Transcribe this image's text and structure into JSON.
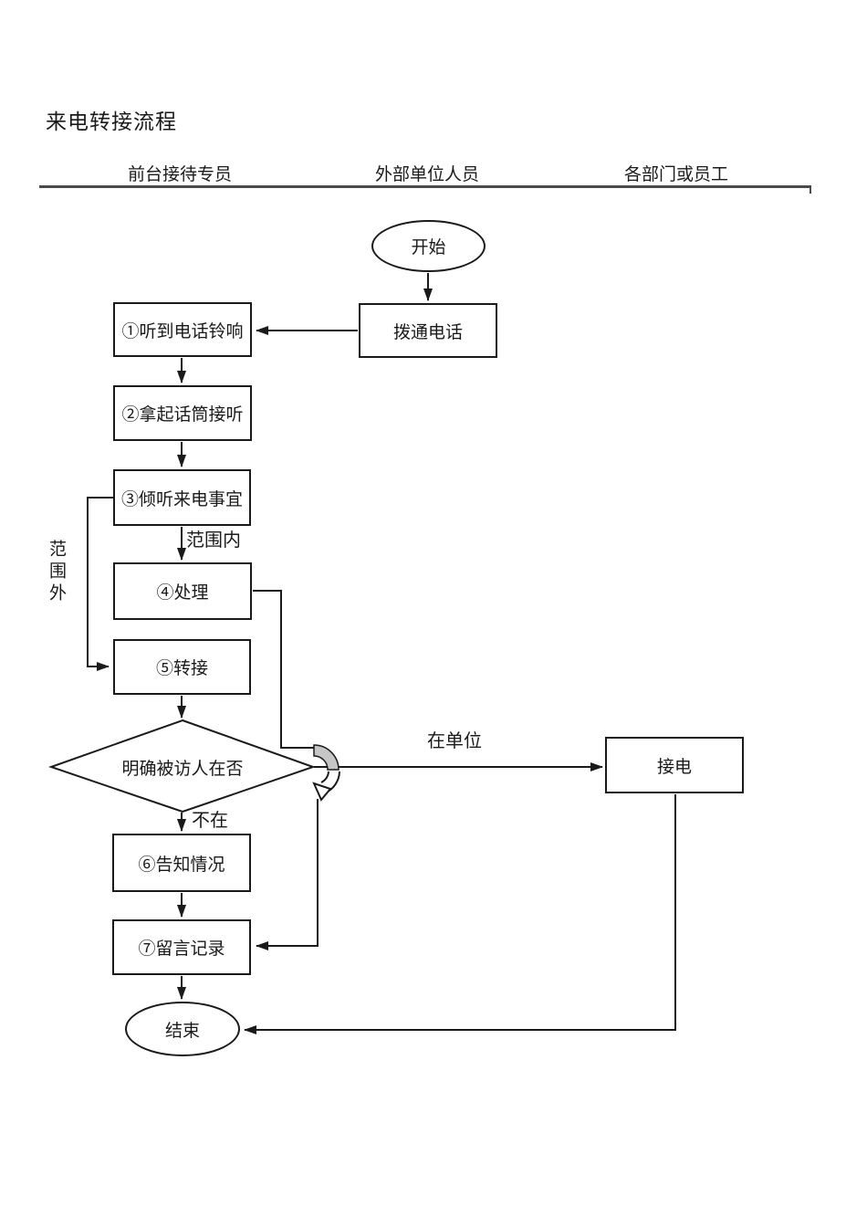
{
  "page": {
    "title": "来电转接流程"
  },
  "lanes": {
    "headers": [
      "前台接待专员",
      "外部单位人员",
      "各部门或员工"
    ]
  },
  "nodes": {
    "start": "开始",
    "dial": "拨通电话",
    "step1": "①听到电话铃响",
    "step2": "②拿起话筒接听",
    "step3": "③倾听来电事宜",
    "step4": "④处理",
    "step5": "⑤转接",
    "decision": "明确被访人在否",
    "step6": "⑥告知情况",
    "step7": "⑦留言记录",
    "answer": "接电",
    "end": "结束"
  },
  "edge_labels": {
    "in_scope": "范围内",
    "out_of_scope": "范围外",
    "at_unit": "在单位",
    "not_in": "不在"
  },
  "colors": {
    "line": "#1a1a1a",
    "hop_fill": "#c6c6c6",
    "rule": "#4a4a4a"
  }
}
